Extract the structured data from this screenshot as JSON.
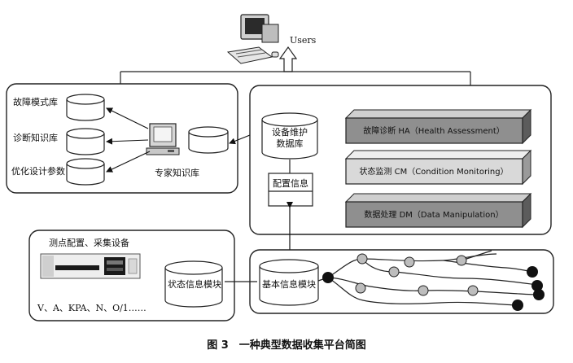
{
  "users_label": "Users",
  "left_panel": {
    "db_fault_mode": "故障模式库",
    "db_diagnosis": "诊断知识库",
    "db_design_params": "优化设计参数",
    "expert_db": "专家知识库"
  },
  "right_panel": {
    "equipment_db_line1": "设备维护",
    "equipment_db_line2": "数据库",
    "config_info": "配置信息",
    "modules": [
      {
        "label": "故障诊断 HA（Health Assessment）",
        "fill": "#8f8f8f"
      },
      {
        "label": "状态监测 CM（Condition Monitoring）",
        "fill": "#d9d9d9"
      },
      {
        "label": "数据处理 DM（Data Manipulation）",
        "fill": "#8f8f8f"
      }
    ]
  },
  "bottom_left": {
    "title": "测点配置、采集设备",
    "status_module": "状态信息模块",
    "signals": "V、A、KPA、N、O/1……"
  },
  "bottom_right": {
    "basic_module": "基本信息模块"
  },
  "caption": "图 3　一种典型数据收集平台简图"
}
